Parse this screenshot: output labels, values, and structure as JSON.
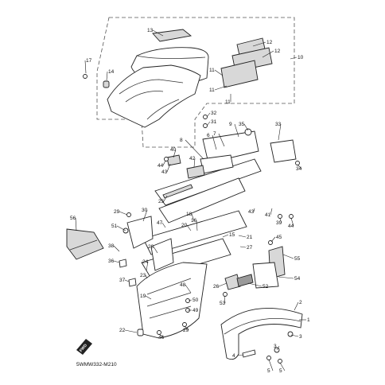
{
  "diagram": {
    "code": "5WMW332-M210",
    "fwd_label": "FWD",
    "callouts": [
      "13",
      "12",
      "12",
      "10",
      "11",
      "11",
      "11",
      "17",
      "14",
      "32",
      "31",
      "9",
      "35",
      "33",
      "40",
      "8",
      "42",
      "7",
      "6",
      "44",
      "43",
      "39",
      "34",
      "1",
      "2",
      "3",
      "4",
      "5",
      "5",
      "3",
      "19",
      "22",
      "46",
      "29",
      "48",
      "49",
      "50",
      "53",
      "26",
      "52",
      "54",
      "55",
      "45",
      "41",
      "43",
      "44",
      "27",
      "21",
      "15",
      "20",
      "28",
      "16",
      "47",
      "18",
      "25",
      "30",
      "29",
      "51",
      "36",
      "37",
      "24",
      "38",
      "23",
      "56"
    ]
  }
}
